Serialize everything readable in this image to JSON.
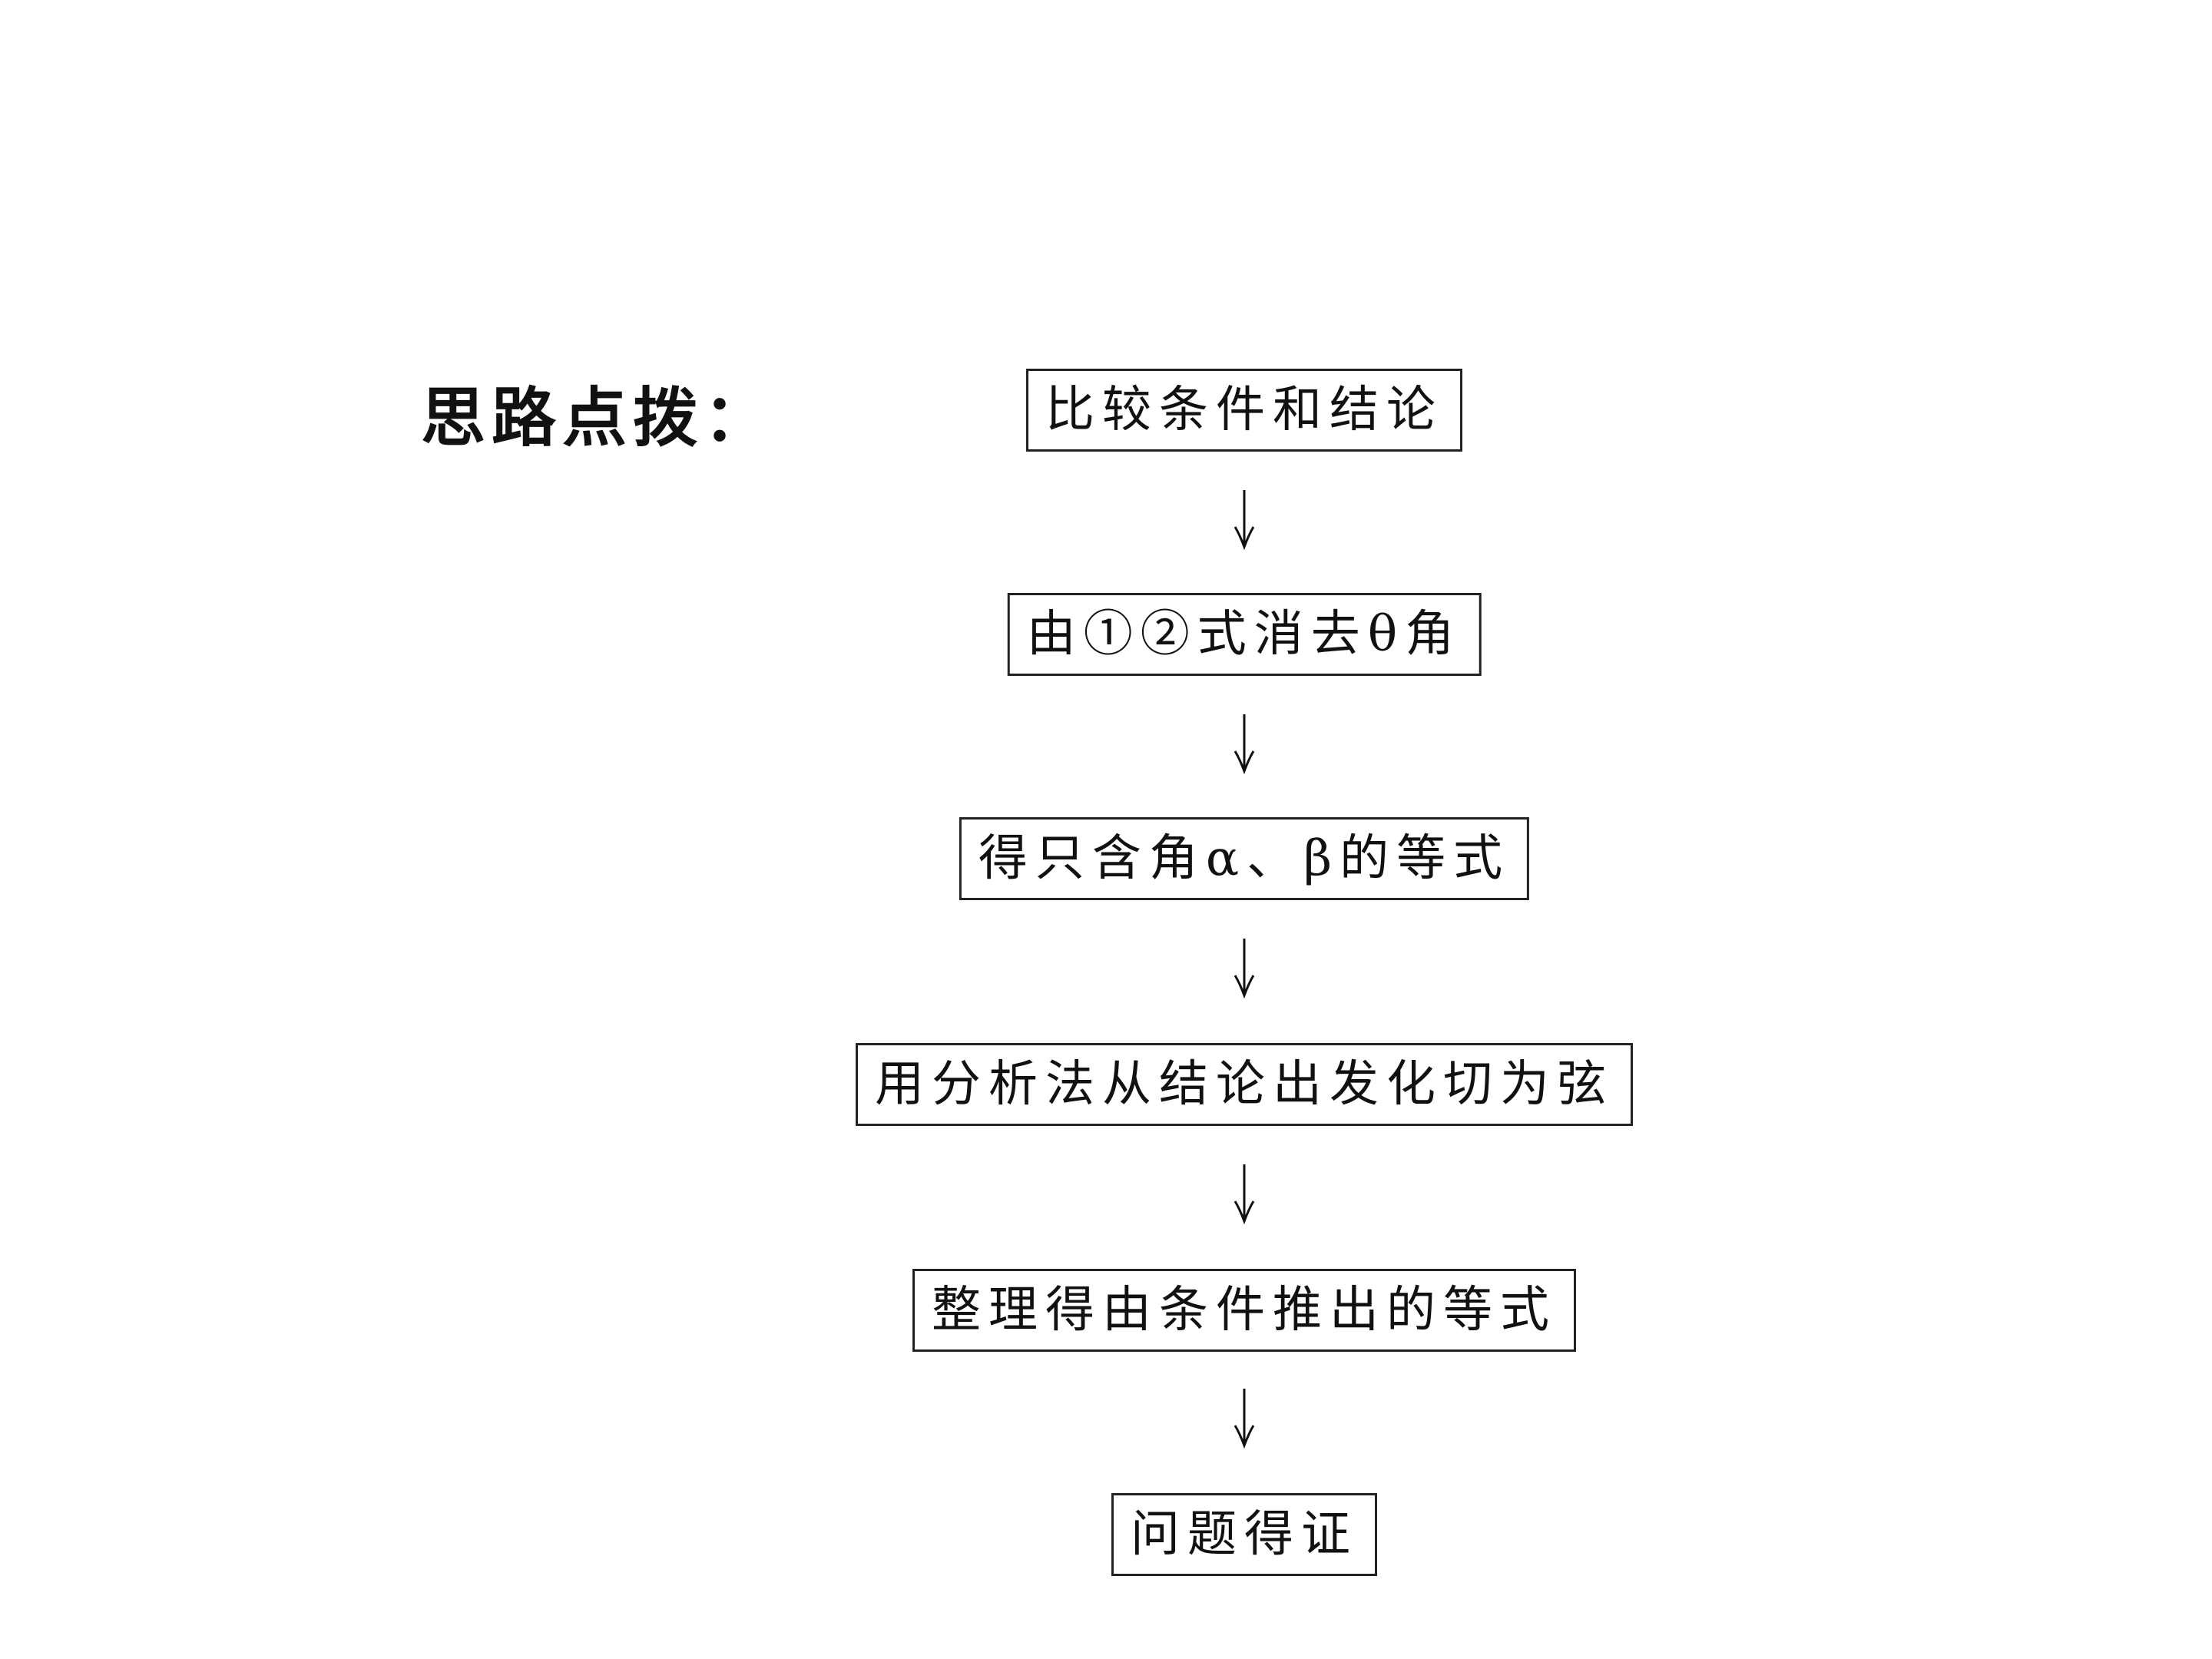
{
  "heading": "思路点拨：",
  "steps": [
    "比较条件和结论",
    "由①②式消去θ角",
    "得只含角α、β的等式",
    "用分析法从结论出发化切为弦",
    "整理得由条件推出的等式",
    "问题得证"
  ],
  "colors": {
    "text": "#111111",
    "border": "#222222",
    "background": "#ffffff"
  }
}
